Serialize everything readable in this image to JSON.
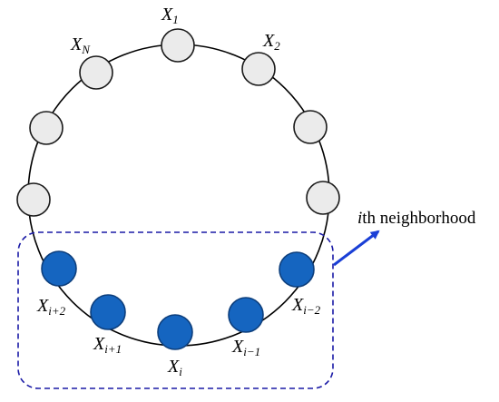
{
  "ring": {
    "node_colors": {
      "default_fill": "#ebebeb",
      "default_stroke": "#1a1a1a",
      "highlight_fill": "#1565c0",
      "highlight_stroke": "#0d3f7d"
    },
    "labels": {
      "x1": {
        "base": "X",
        "sub": "1"
      },
      "x2": {
        "base": "X",
        "sub": "2"
      },
      "xn": {
        "base": "X",
        "sub": "N"
      },
      "xi": {
        "base": "X",
        "sub": "i"
      },
      "xi_plus_1": {
        "base": "X",
        "sub": "i+1"
      },
      "xi_plus_2": {
        "base": "X",
        "sub": "i+2"
      },
      "xi_minus_1": {
        "base": "X",
        "sub": "i−1"
      },
      "xi_minus_2": {
        "base": "X",
        "sub": "i−2"
      }
    }
  },
  "neighborhood": {
    "box_color": "#1a1aa6",
    "arrow_color": "#1a3fd6",
    "caption_italic": "i",
    "caption_rest": "th neighborhood"
  }
}
